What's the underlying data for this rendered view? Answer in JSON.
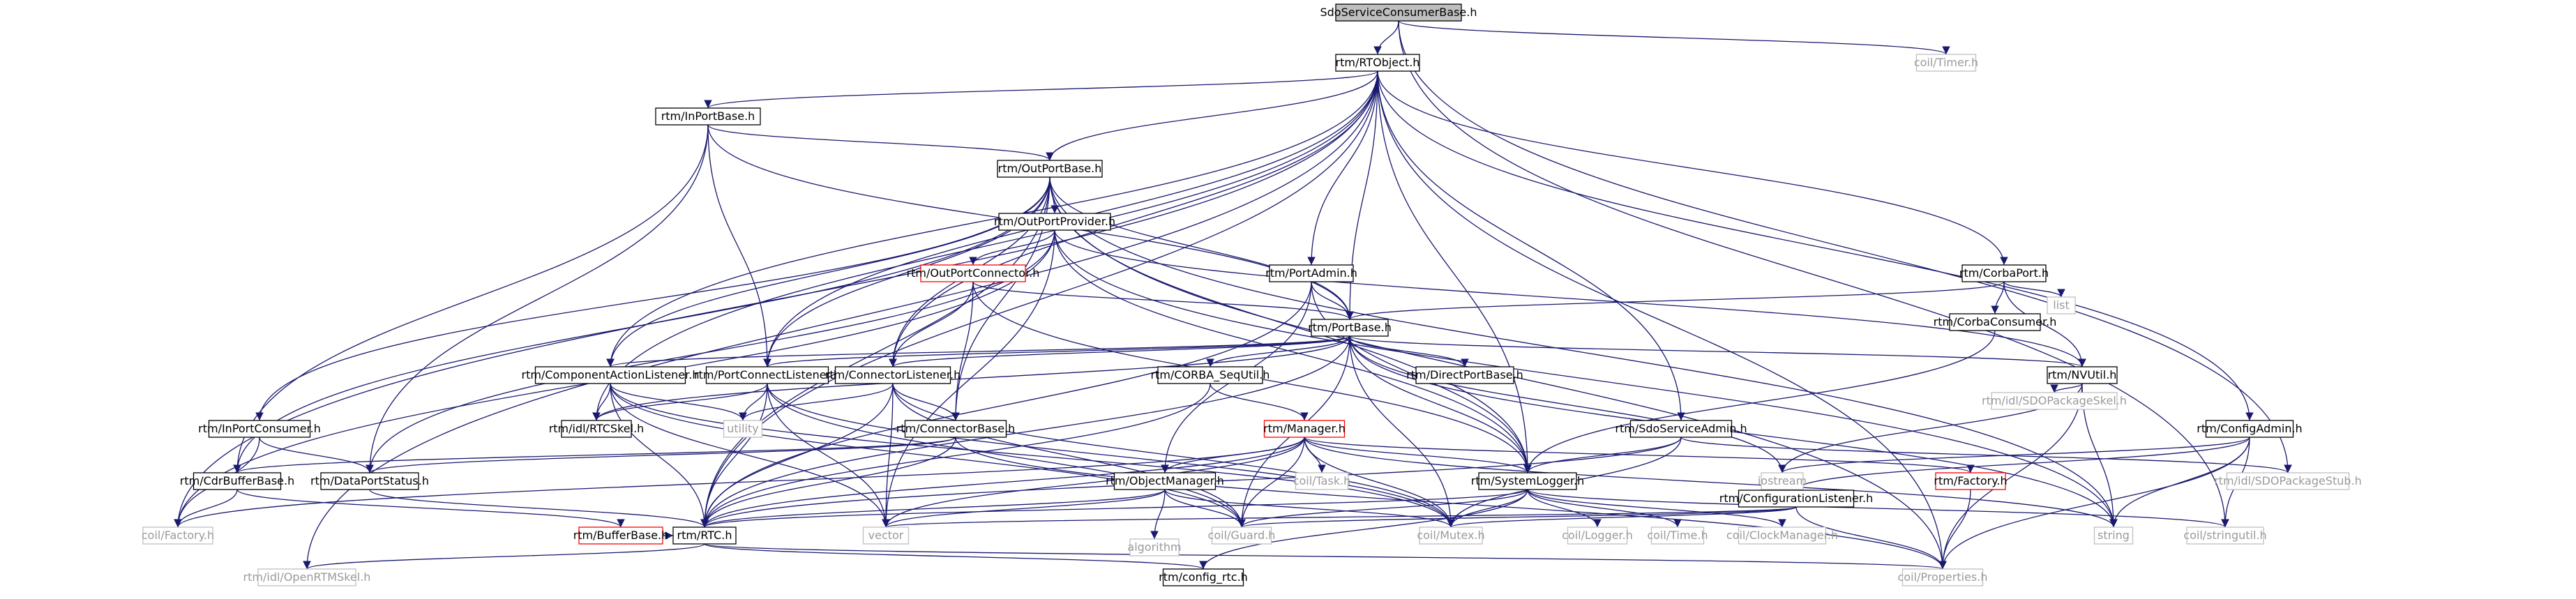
{
  "colors": {
    "edge": "#191970",
    "box_border": "#000000",
    "box_border_grey": "#bfbfbf",
    "box_border_red": "#ff0000",
    "root_fill": "#bfbfbf",
    "node_fill": "#ffffff",
    "text": "#000000",
    "text_grey": "#9a9a9a"
  },
  "nodes": [
    {
      "id": "n1",
      "label": "SdoServiceConsumerBase.h",
      "style": "root"
    },
    {
      "id": "n2",
      "label": "rtm/RTObject.h",
      "style": "normal"
    },
    {
      "id": "n3",
      "label": "coil/Timer.h",
      "style": "grey"
    },
    {
      "id": "n4",
      "label": "rtm/InPortBase.h",
      "style": "normal"
    },
    {
      "id": "n5",
      "label": "rtm/OutPortBase.h",
      "style": "normal"
    },
    {
      "id": "n6",
      "label": "rtm/OutPortProvider.h",
      "style": "normal"
    },
    {
      "id": "n7",
      "label": "rtm/OutPortConnector.h",
      "style": "red"
    },
    {
      "id": "n8",
      "label": "rtm/PortAdmin.h",
      "style": "normal"
    },
    {
      "id": "n9",
      "label": "rtm/CorbaPort.h",
      "style": "normal"
    },
    {
      "id": "n10",
      "label": "list",
      "style": "grey"
    },
    {
      "id": "n11",
      "label": "rtm/CorbaConsumer.h",
      "style": "normal"
    },
    {
      "id": "n12",
      "label": "rtm/PortBase.h",
      "style": "normal"
    },
    {
      "id": "n13",
      "label": "rtm/ComponentActionListener.h",
      "style": "normal"
    },
    {
      "id": "n14",
      "label": "rtm/PortConnectListener.h",
      "style": "normal"
    },
    {
      "id": "n15",
      "label": "rtm/ConnectorListener.h",
      "style": "normal"
    },
    {
      "id": "n16",
      "label": "rtm/CORBA_SeqUtil.h",
      "style": "normal"
    },
    {
      "id": "n17",
      "label": "rtm/DirectPortBase.h",
      "style": "normal"
    },
    {
      "id": "n18",
      "label": "rtm/NVUtil.h",
      "style": "normal"
    },
    {
      "id": "n19",
      "label": "rtm/idl/SDOPackageSkel.h",
      "style": "grey"
    },
    {
      "id": "n20",
      "label": "rtm/InPortConsumer.h",
      "style": "normal"
    },
    {
      "id": "n21",
      "label": "rtm/idl/RTCSkel.h",
      "style": "normal"
    },
    {
      "id": "n22",
      "label": "utility",
      "style": "grey"
    },
    {
      "id": "n23",
      "label": "rtm/ConnectorBase.h",
      "style": "normal"
    },
    {
      "id": "n24",
      "label": "rtm/Manager.h",
      "style": "red"
    },
    {
      "id": "n25",
      "label": "rtm/SdoServiceAdmin.h",
      "style": "normal"
    },
    {
      "id": "n26",
      "label": "rtm/ConfigAdmin.h",
      "style": "normal"
    },
    {
      "id": "n27",
      "label": "rtm/CdrBufferBase.h",
      "style": "normal"
    },
    {
      "id": "n28",
      "label": "rtm/DataPortStatus.h",
      "style": "normal"
    },
    {
      "id": "n29",
      "label": "rtm/ObjectManager.h",
      "style": "normal"
    },
    {
      "id": "n30",
      "label": "coil/Task.h",
      "style": "grey"
    },
    {
      "id": "n31",
      "label": "rtm/SystemLogger.h",
      "style": "normal"
    },
    {
      "id": "n32",
      "label": "iostream",
      "style": "grey"
    },
    {
      "id": "n33",
      "label": "rtm/ConfigurationListener.h",
      "style": "normal"
    },
    {
      "id": "n34",
      "label": "rtm/Factory.h",
      "style": "red"
    },
    {
      "id": "n35",
      "label": "rtm/idl/SDOPackageStub.h",
      "style": "grey"
    },
    {
      "id": "n36",
      "label": "coil/Factory.h",
      "style": "grey"
    },
    {
      "id": "n37",
      "label": "rtm/BufferBase.h",
      "style": "red"
    },
    {
      "id": "n38",
      "label": "rtm/RTC.h",
      "style": "normal"
    },
    {
      "id": "n39",
      "label": "vector",
      "style": "grey"
    },
    {
      "id": "n40",
      "label": "algorithm",
      "style": "grey"
    },
    {
      "id": "n41",
      "label": "coil/Guard.h",
      "style": "grey"
    },
    {
      "id": "n42",
      "label": "coil/Mutex.h",
      "style": "grey"
    },
    {
      "id": "n43",
      "label": "coil/Logger.h",
      "style": "grey"
    },
    {
      "id": "n44",
      "label": "coil/Time.h",
      "style": "grey"
    },
    {
      "id": "n45",
      "label": "coil/ClockManager.h",
      "style": "grey"
    },
    {
      "id": "n46",
      "label": "string",
      "style": "grey"
    },
    {
      "id": "n47",
      "label": "coil/stringutil.h",
      "style": "grey"
    },
    {
      "id": "n48",
      "label": "rtm/idl/OpenRTMSkel.h",
      "style": "grey"
    },
    {
      "id": "n49",
      "label": "rtm/config_rtc.h",
      "style": "normal"
    },
    {
      "id": "n50",
      "label": "coil/Properties.h",
      "style": "grey"
    }
  ],
  "edges": [
    [
      "n1",
      "n2"
    ],
    [
      "n1",
      "n3"
    ],
    [
      "n1",
      "n35"
    ],
    [
      "n1",
      "n47"
    ],
    [
      "n2",
      "n4"
    ],
    [
      "n2",
      "n5"
    ],
    [
      "n2",
      "n8"
    ],
    [
      "n2",
      "n9"
    ],
    [
      "n2",
      "n12"
    ],
    [
      "n2",
      "n13"
    ],
    [
      "n2",
      "n14"
    ],
    [
      "n2",
      "n15"
    ],
    [
      "n2",
      "n21"
    ],
    [
      "n2",
      "n25"
    ],
    [
      "n2",
      "n26"
    ],
    [
      "n2",
      "n31"
    ],
    [
      "n2",
      "n36"
    ],
    [
      "n2",
      "n38"
    ],
    [
      "n2",
      "n48"
    ],
    [
      "n2",
      "n50"
    ],
    [
      "n4",
      "n5"
    ],
    [
      "n4",
      "n12"
    ],
    [
      "n4",
      "n14"
    ],
    [
      "n4",
      "n27"
    ],
    [
      "n4",
      "n28"
    ],
    [
      "n5",
      "n6"
    ],
    [
      "n5",
      "n12"
    ],
    [
      "n5",
      "n13"
    ],
    [
      "n5",
      "n14"
    ],
    [
      "n5",
      "n15"
    ],
    [
      "n5",
      "n20"
    ],
    [
      "n5",
      "n23"
    ],
    [
      "n5",
      "n27"
    ],
    [
      "n5",
      "n31"
    ],
    [
      "n5",
      "n46"
    ],
    [
      "n5",
      "n50"
    ],
    [
      "n5",
      "n38"
    ],
    [
      "n6",
      "n7"
    ],
    [
      "n6",
      "n18"
    ],
    [
      "n6",
      "n28"
    ],
    [
      "n6",
      "n31"
    ],
    [
      "n6",
      "n36"
    ],
    [
      "n6",
      "n39"
    ],
    [
      "n6",
      "n46"
    ],
    [
      "n7",
      "n12"
    ],
    [
      "n7",
      "n15"
    ],
    [
      "n7",
      "n23"
    ],
    [
      "n7",
      "n31"
    ],
    [
      "n8",
      "n12"
    ],
    [
      "n8",
      "n29"
    ],
    [
      "n8",
      "n31"
    ],
    [
      "n8",
      "n38"
    ],
    [
      "n9",
      "n10"
    ],
    [
      "n9",
      "n11"
    ],
    [
      "n9",
      "n12"
    ],
    [
      "n9",
      "n18"
    ],
    [
      "n11",
      "n31"
    ],
    [
      "n12",
      "n13"
    ],
    [
      "n12",
      "n14"
    ],
    [
      "n12",
      "n15"
    ],
    [
      "n12",
      "n16"
    ],
    [
      "n12",
      "n17"
    ],
    [
      "n12",
      "n18"
    ],
    [
      "n12",
      "n21"
    ],
    [
      "n12",
      "n31"
    ],
    [
      "n12",
      "n32"
    ],
    [
      "n12",
      "n38"
    ],
    [
      "n12",
      "n41"
    ],
    [
      "n12",
      "n42"
    ],
    [
      "n12",
      "n46"
    ],
    [
      "n13",
      "n21"
    ],
    [
      "n13",
      "n22"
    ],
    [
      "n13",
      "n38"
    ],
    [
      "n13",
      "n39"
    ],
    [
      "n13",
      "n41"
    ],
    [
      "n13",
      "n42"
    ],
    [
      "n14",
      "n21"
    ],
    [
      "n14",
      "n22"
    ],
    [
      "n14",
      "n38"
    ],
    [
      "n14",
      "n39"
    ],
    [
      "n14",
      "n41"
    ],
    [
      "n14",
      "n42"
    ],
    [
      "n15",
      "n22"
    ],
    [
      "n15",
      "n23"
    ],
    [
      "n15",
      "n38"
    ],
    [
      "n15",
      "n39"
    ],
    [
      "n15",
      "n41"
    ],
    [
      "n15",
      "n42"
    ],
    [
      "n16",
      "n24"
    ],
    [
      "n16",
      "n38"
    ],
    [
      "n18",
      "n19"
    ],
    [
      "n18",
      "n32"
    ],
    [
      "n18",
      "n46"
    ],
    [
      "n18",
      "n50"
    ],
    [
      "n20",
      "n28"
    ],
    [
      "n20",
      "n36"
    ],
    [
      "n23",
      "n27"
    ],
    [
      "n23",
      "n28"
    ],
    [
      "n23",
      "n38"
    ],
    [
      "n23",
      "n50"
    ],
    [
      "n24",
      "n29"
    ],
    [
      "n24",
      "n30"
    ],
    [
      "n24",
      "n31"
    ],
    [
      "n24",
      "n34"
    ],
    [
      "n24",
      "n36"
    ],
    [
      "n24",
      "n38"
    ],
    [
      "n24",
      "n39"
    ],
    [
      "n24",
      "n41"
    ],
    [
      "n24",
      "n42"
    ],
    [
      "n24",
      "n46"
    ],
    [
      "n25",
      "n31"
    ],
    [
      "n25",
      "n42"
    ],
    [
      "n25",
      "n35"
    ],
    [
      "n25",
      "n38"
    ],
    [
      "n26",
      "n32"
    ],
    [
      "n26",
      "n33"
    ],
    [
      "n26",
      "n46"
    ],
    [
      "n26",
      "n47"
    ],
    [
      "n26",
      "n50"
    ],
    [
      "n27",
      "n36"
    ],
    [
      "n27",
      "n37"
    ],
    [
      "n28",
      "n38"
    ],
    [
      "n29",
      "n39"
    ],
    [
      "n29",
      "n40"
    ],
    [
      "n29",
      "n41"
    ],
    [
      "n29",
      "n42"
    ],
    [
      "n29",
      "n38"
    ],
    [
      "n31",
      "n38"
    ],
    [
      "n31",
      "n41"
    ],
    [
      "n31",
      "n42"
    ],
    [
      "n31",
      "n43"
    ],
    [
      "n31",
      "n44"
    ],
    [
      "n31",
      "n45"
    ],
    [
      "n31",
      "n47"
    ],
    [
      "n31",
      "n49"
    ],
    [
      "n33",
      "n39"
    ],
    [
      "n33",
      "n41"
    ],
    [
      "n33",
      "n42"
    ],
    [
      "n33",
      "n50"
    ],
    [
      "n34",
      "n50"
    ],
    [
      "n37",
      "n38"
    ],
    [
      "n38",
      "n48"
    ],
    [
      "n38",
      "n49"
    ],
    [
      "n38",
      "n50"
    ]
  ]
}
